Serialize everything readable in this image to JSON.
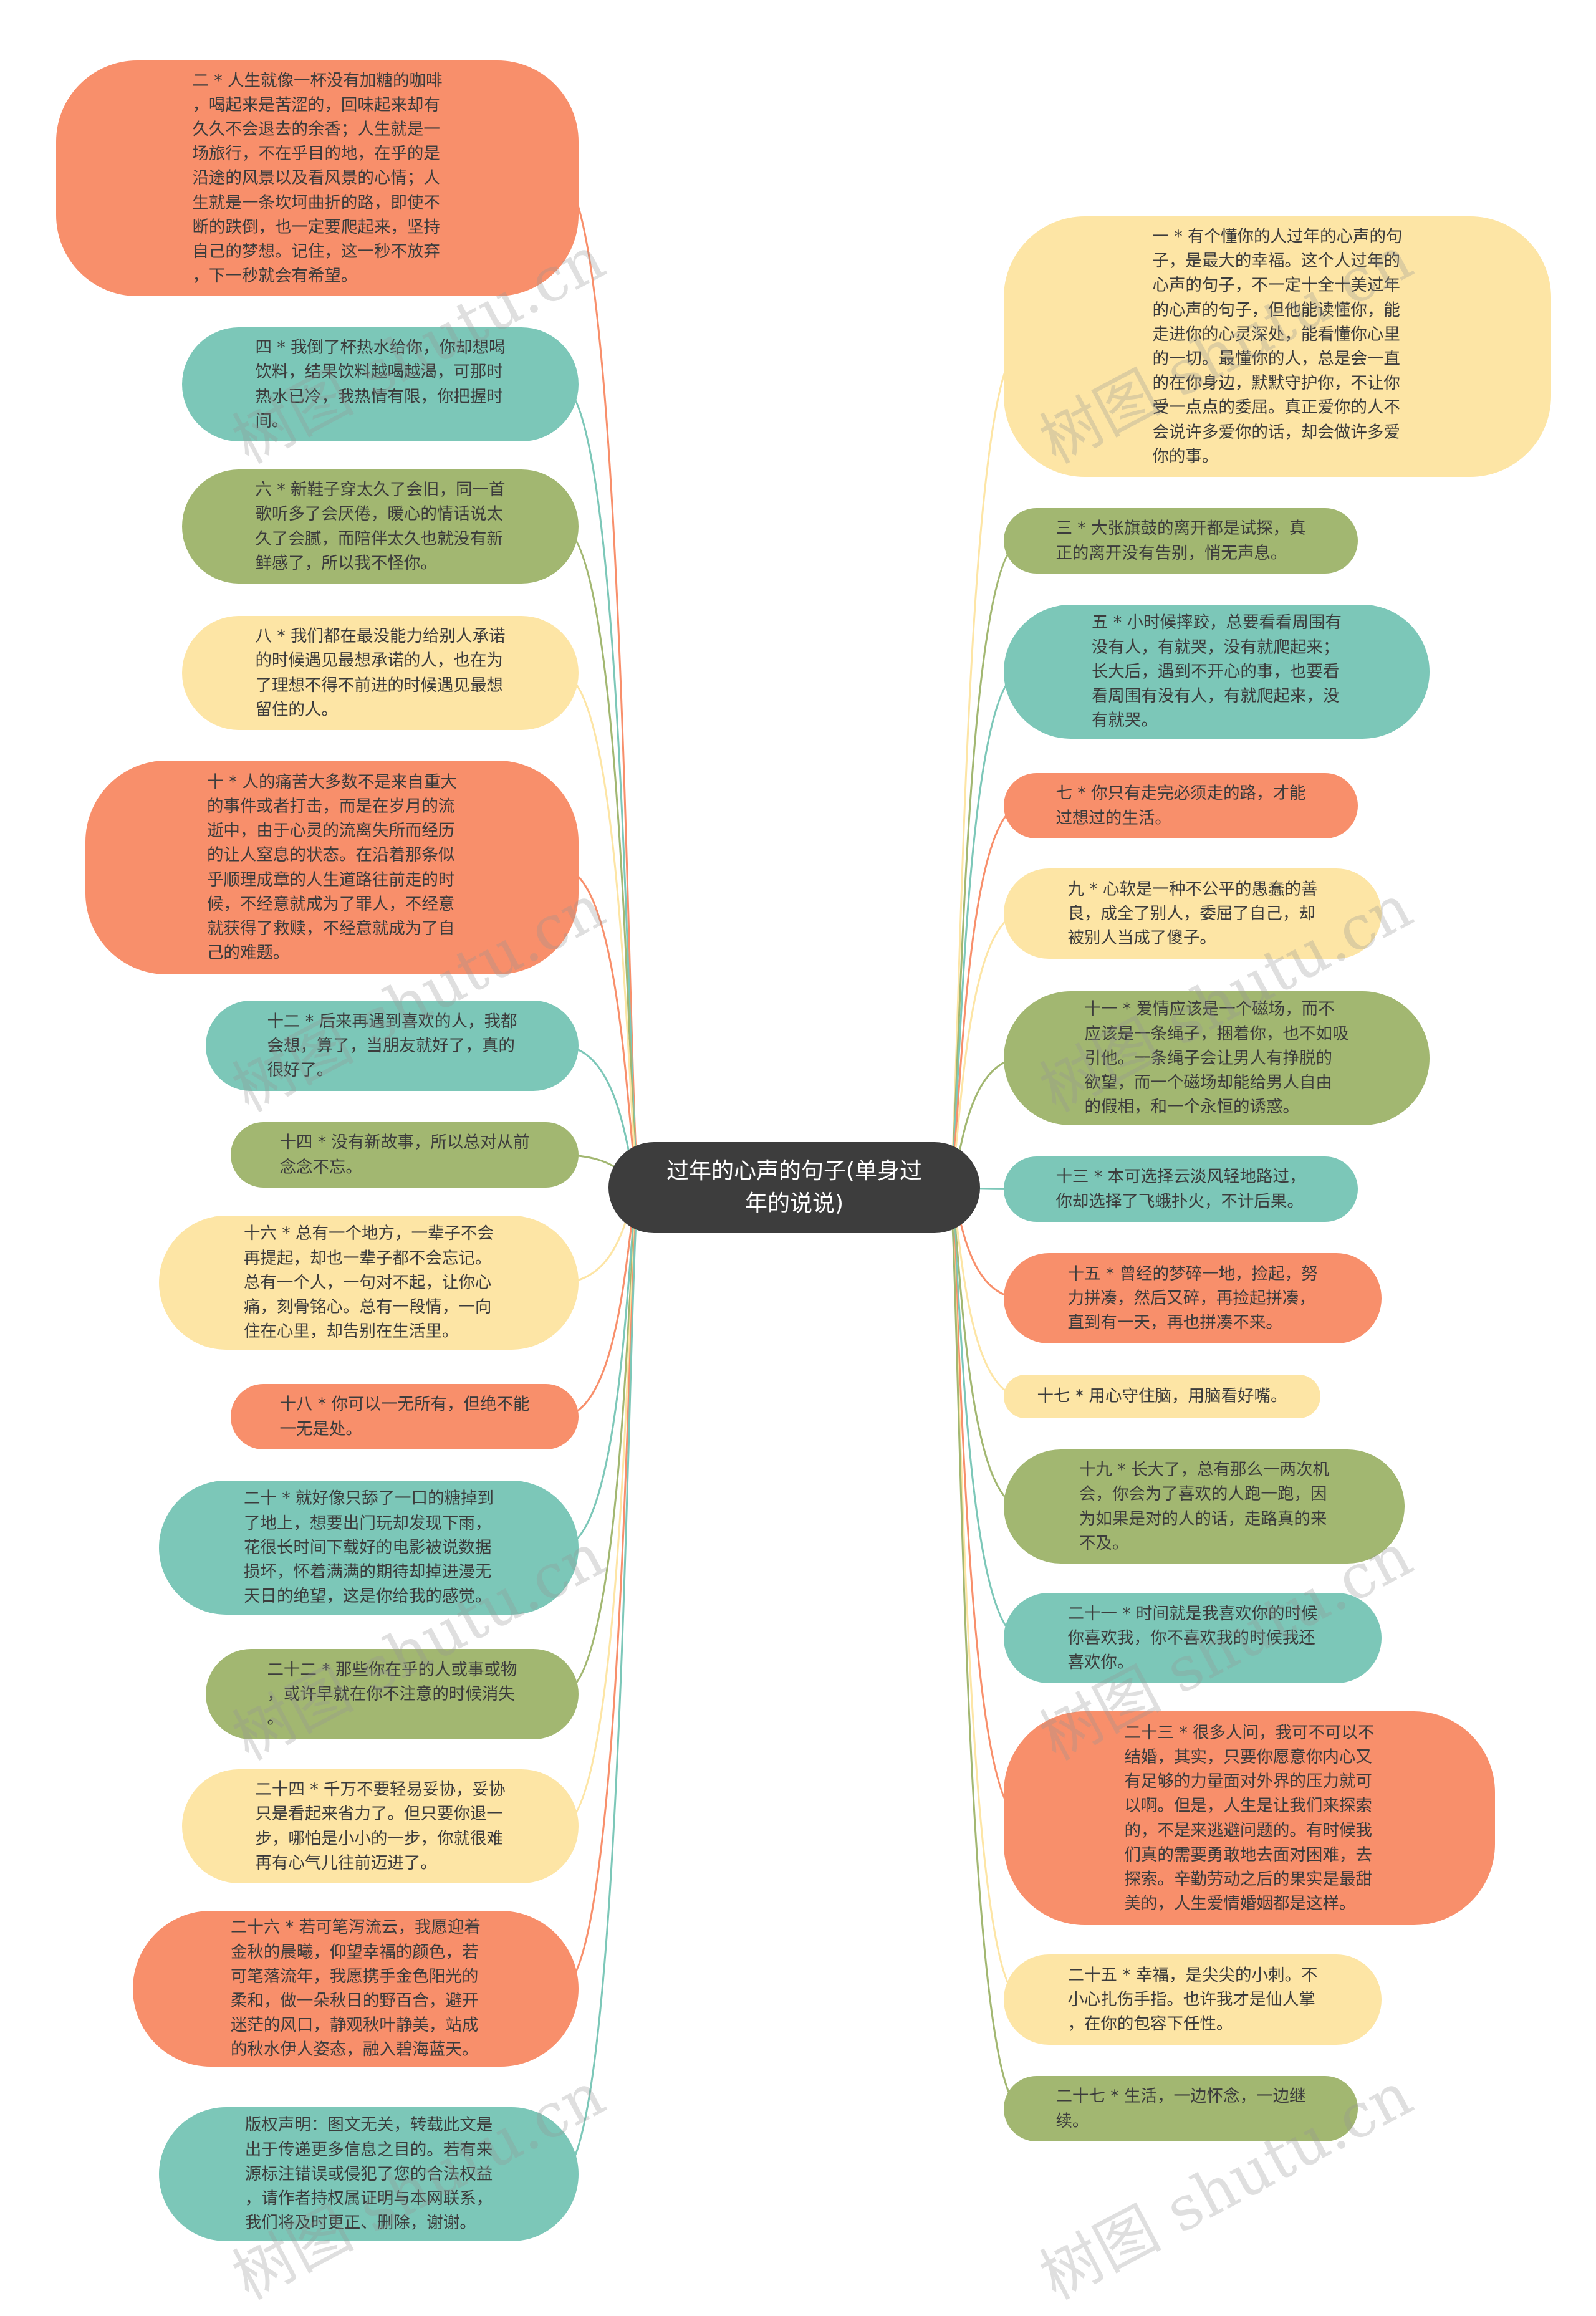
{
  "root": {
    "title": "过年的心声的句子(单身过\n年的说说)"
  },
  "colors": {
    "orange": "#f88f6b",
    "teal": "#7cc7b8",
    "olive": "#a2b771",
    "cream": "#fde5a5",
    "root": "#3d3d3d"
  },
  "watermark": "树图 shutu.cn",
  "left_nodes": [
    {
      "id": "n2",
      "color": "orange",
      "text": "二 * 人生就像一杯没有加糖的咖啡\n，喝起来是苦涩的，回味起来却有\n久久不会退去的余香；人生就是一\n场旅行，不在乎目的地，在乎的是\n沿途的风景以及看风景的心情；人\n生就是一条坎坷曲折的路，即使不\n断的跌倒，也一定要爬起来，坚持\n自己的梦想。记住，这一秒不放弃\n，下一秒就会有希望。"
    },
    {
      "id": "n4",
      "color": "teal",
      "text": "四 * 我倒了杯热水给你，你却想喝\n饮料，结果饮料越喝越渴，可那时\n热水已冷，我热情有限，你把握时\n间。"
    },
    {
      "id": "n6",
      "color": "olive",
      "text": "六 * 新鞋子穿太久了会旧，同一首\n歌听多了会厌倦，暖心的情话说太\n久了会腻，而陪伴太久也就没有新\n鲜感了，所以我不怪你。"
    },
    {
      "id": "n8",
      "color": "cream",
      "text": "八 * 我们都在最没能力给别人承诺\n的时候遇见最想承诺的人，也在为\n了理想不得不前进的时候遇见最想\n留住的人。"
    },
    {
      "id": "n10",
      "color": "orange",
      "text": "十 * 人的痛苦大多数不是来自重大\n的事件或者打击，而是在岁月的流\n逝中，由于心灵的流离失所而经历\n的让人窒息的状态。在沿着那条似\n乎顺理成章的人生道路往前走的时\n候，不经意就成为了罪人，不经意\n就获得了救赎，不经意就成为了自\n己的难题。"
    },
    {
      "id": "n12",
      "color": "teal",
      "text": "十二 * 后来再遇到喜欢的人，我都\n会想，算了，当朋友就好了，真的\n很好了。"
    },
    {
      "id": "n14",
      "color": "olive",
      "text": "十四 * 没有新故事，所以总对从前\n念念不忘。"
    },
    {
      "id": "n16",
      "color": "cream",
      "text": "十六 * 总有一个地方，一辈子不会\n再提起，却也一辈子都不会忘记。\n总有一个人，一句对不起，让你心\n痛，刻骨铭心。总有一段情，一向\n住在心里，却告别在生活里。"
    },
    {
      "id": "n18",
      "color": "orange",
      "text": "十八 * 你可以一无所有，但绝不能\n一无是处。"
    },
    {
      "id": "n20",
      "color": "teal",
      "text": "二十 * 就好像只舔了一口的糖掉到\n了地上，想要出门玩却发现下雨，\n花很长时间下载好的电影被说数据\n损坏，怀着满满的期待却掉进漫无\n天日的绝望，这是你给我的感觉。"
    },
    {
      "id": "n22",
      "color": "olive",
      "text": "二十二 * 那些你在乎的人或事或物\n，或许早就在你不注意的时候消失\n。"
    },
    {
      "id": "n24",
      "color": "cream",
      "text": "二十四 * 千万不要轻易妥协，妥协\n只是看起来省力了。但只要你退一\n步，哪怕是小小的一步，你就很难\n再有心气儿往前迈进了。"
    },
    {
      "id": "n26",
      "color": "orange",
      "text": "二十六 * 若可笔泻流云，我愿迎着\n金秋的晨曦，仰望幸福的颜色，若\n可笔落流年，我愿携手金色阳光的\n柔和，做一朵秋日的野百合，避开\n迷茫的风口，静观秋叶静美，站成\n的秋水伊人姿态，融入碧海蓝天。"
    },
    {
      "id": "ncr",
      "color": "teal",
      "text": "版权声明：图文无关，转载此文是\n出于传递更多信息之目的。若有来\n源标注错误或侵犯了您的合法权益\n，请作者持权属证明与本网联系，\n我们将及时更正、删除，谢谢。"
    }
  ],
  "right_nodes": [
    {
      "id": "n1",
      "color": "cream",
      "text": "一 * 有个懂你的人过年的心声的句\n子，是最大的幸福。这个人过年的\n心声的句子，不一定十全十美过年\n的心声的句子，但他能读懂你，能\n走进你的心灵深处，能看懂你心里\n的一切。最懂你的人，总是会一直\n的在你身边，默默守护你，不让你\n受一点点的委屈。真正爱你的人不\n会说许多爱你的话，却会做许多爱\n你的事。"
    },
    {
      "id": "n3",
      "color": "olive",
      "text": "三 * 大张旗鼓的离开都是试探，真\n正的离开没有告别，悄无声息。"
    },
    {
      "id": "n5",
      "color": "teal",
      "text": "五 * 小时候摔跤，总要看看周围有\n没有人，有就哭，没有就爬起来；\n长大后，遇到不开心的事，也要看\n看周围有没有人，有就爬起来，没\n有就哭。"
    },
    {
      "id": "n7",
      "color": "orange",
      "text": "七 * 你只有走完必须走的路，才能\n过想过的生活。"
    },
    {
      "id": "n9",
      "color": "cream",
      "text": "九 * 心软是一种不公平的愚蠢的善\n良，成全了别人，委屈了自己，却\n被别人当成了傻子。"
    },
    {
      "id": "n11",
      "color": "olive",
      "text": "十一 * 爱情应该是一个磁场，而不\n应该是一条绳子，捆着你，也不如吸\n引他。一条绳子会让男人有挣脱的\n欲望，而一个磁场却能给男人自由\n的假相，和一个永恒的诱惑。"
    },
    {
      "id": "n13",
      "color": "teal",
      "text": "十三 * 本可选择云淡风轻地路过，\n你却选择了飞蛾扑火，不计后果。"
    },
    {
      "id": "n15",
      "color": "orange",
      "text": "十五 * 曾经的梦碎一地，捡起，努\n力拼凑，然后又碎，再捡起拼凑，\n直到有一天，再也拼凑不来。"
    },
    {
      "id": "n17",
      "color": "cream",
      "text": "十七 * 用心守住脑，用脑看好嘴。"
    },
    {
      "id": "n19",
      "color": "olive",
      "text": "十九 * 长大了，总有那么一两次机\n会，你会为了喜欢的人跑一跑，因\n为如果是对的人的话，走路真的来\n不及。"
    },
    {
      "id": "n21",
      "color": "teal",
      "text": "二十一 * 时间就是我喜欢你的时候\n你喜欢我，你不喜欢我的时候我还\n喜欢你。"
    },
    {
      "id": "n23",
      "color": "orange",
      "text": "二十三 * 很多人问，我可不可以不\n结婚，其实，只要你愿意你内心又\n有足够的力量面对外界的压力就可\n以啊。但是，人生是让我们来探索\n的，不是来逃避问题的。有时候我\n们真的需要勇敢地去面对困难，去\n探索。辛勤劳动之后的果实是最甜\n美的，人生爱情婚姻都是这样。"
    },
    {
      "id": "n25",
      "color": "cream",
      "text": "二十五 * 幸福，是尖尖的小刺。不\n小心扎伤手指。也许我才是仙人掌\n，在你的包容下任性。"
    },
    {
      "id": "n27",
      "color": "olive",
      "text": "二十七 * 生活，一边怀念，一边继\n续。"
    }
  ]
}
